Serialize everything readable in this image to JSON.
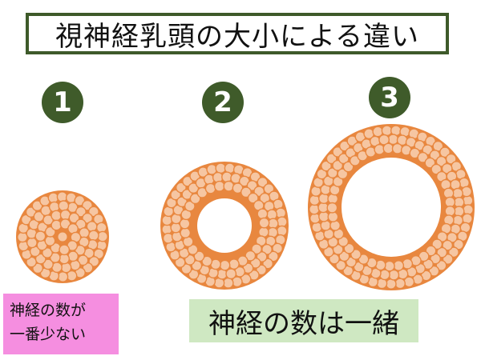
{
  "title": "視神経乳頭の大小による違い",
  "badges": [
    "1",
    "2",
    "3"
  ],
  "note_left": {
    "line1": "神経の数が",
    "line2": "一番少ない"
  },
  "note_right": "神経の数は一緒",
  "colors": {
    "title_border": "#3e5a2a",
    "badge": "#3f5b2a",
    "fiber_bundle": "#e8873f",
    "fiber_fill": "#f6c6a2",
    "note_left_bg": "#f58ee0",
    "note_right_bg": "#cfe8c2"
  },
  "discs": [
    {
      "label": "1",
      "cup": "none"
    },
    {
      "label": "2",
      "cup": "small"
    },
    {
      "label": "3",
      "cup": "large"
    }
  ]
}
